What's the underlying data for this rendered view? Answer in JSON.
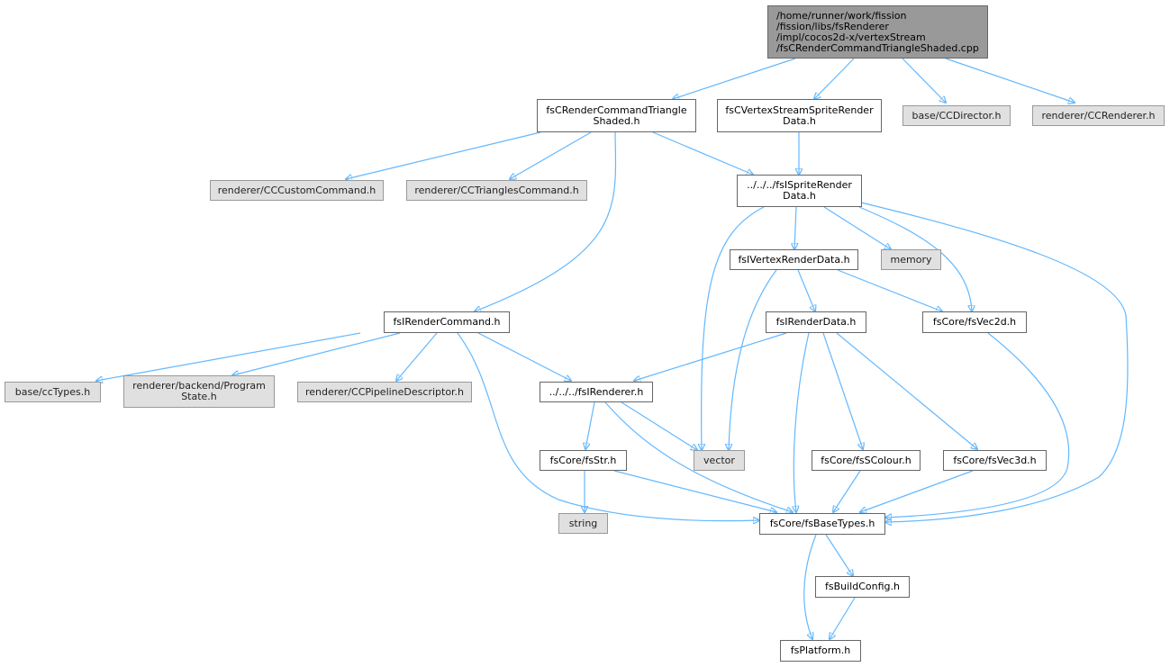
{
  "graph": {
    "nodes": {
      "root": "/home/runner/work/fission\n/fission/libs/fsRenderer\n/impl/cocos2d-x/vertexStream\n/fsCRenderCommandTriangleShaded.cpp",
      "triShaded": "fsCRenderCommandTriangle\nShaded.h",
      "vsSprite": "fsCVertexStreamSpriteRender\nData.h",
      "ccDirector": "base/CCDirector.h",
      "ccRenderer": "renderer/CCRenderer.h",
      "customCmd": "renderer/CCCustomCommand.h",
      "trianglesCmd": "renderer/CCTrianglesCommand.h",
      "spriteData": "../../../fsISpriteRender\nData.h",
      "vertexData": "fsIVertexRenderData.h",
      "memory": "memory",
      "renderCmd": "fsIRenderCommand.h",
      "renderData": "fsIRenderData.h",
      "vec2d": "fsCore/fsVec2d.h",
      "ccTypes": "base/ccTypes.h",
      "programState": "renderer/backend/Program\nState.h",
      "pipelineDesc": "renderer/CCPipelineDescriptor.h",
      "iRenderer": "../../../fsIRenderer.h",
      "fsStr": "fsCore/fsStr.h",
      "vector": "vector",
      "sColour": "fsCore/fsSColour.h",
      "vec3d": "fsCore/fsVec3d.h",
      "string": "string",
      "baseTypes": "fsCore/fsBaseTypes.h",
      "buildConfig": "fsBuildConfig.h",
      "platform": "fsPlatform.h"
    },
    "colors": {
      "edge": "#63b8ff",
      "node_border": "#666666",
      "external_fill": "#e0e0e0",
      "root_fill": "#999999"
    }
  }
}
